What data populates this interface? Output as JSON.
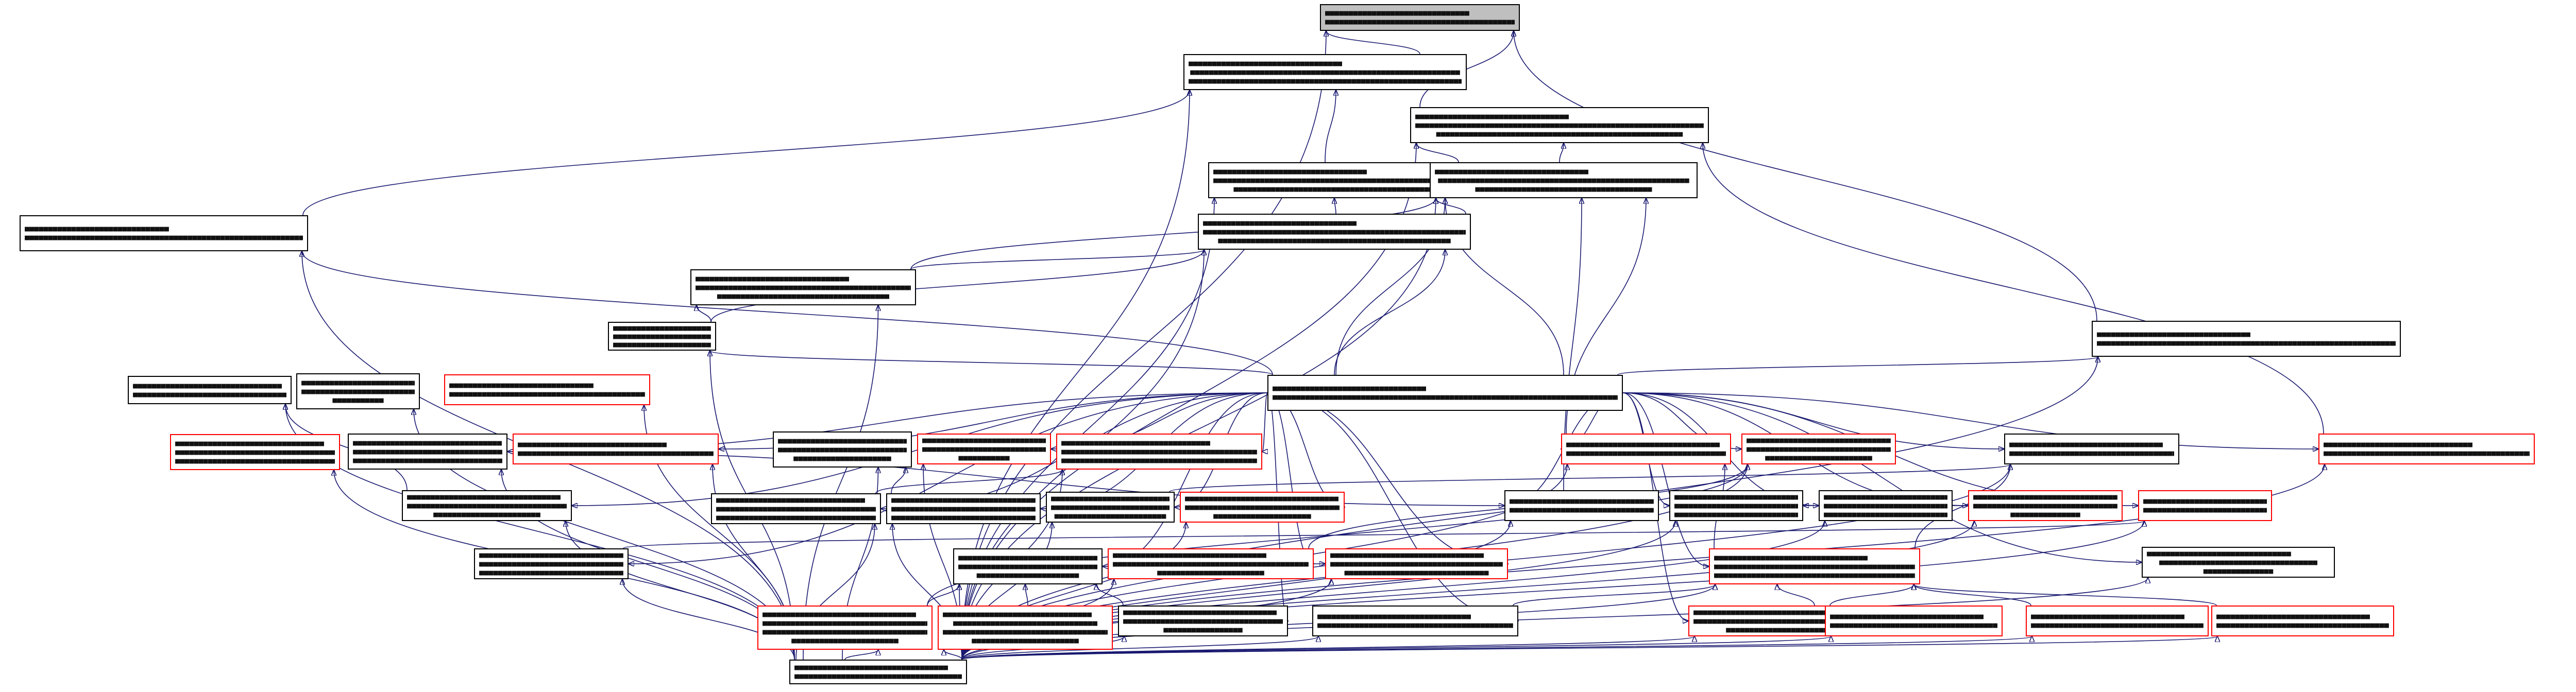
{
  "colors": {
    "edge": "#191970",
    "node_border": "#000000",
    "highlight_border": "#ff0000",
    "root_fill": "#bfbfbf"
  },
  "nodes": [
    {
      "id": "n0",
      "red": false,
      "root": true,
      "lines": [
        "■■■■■■■■■■■■■■■■■■■■■■■■■■■■■■■",
        "■■■■■■■■■■■■■■■■■■■■■■■■■■■■■■■■■■■■■■■■■■■■■■■■■■■■■"
      ]
    },
    {
      "id": "n1",
      "red": false,
      "lines": [
        "■■■■■■■■■■■■■■■■■■■■■■■■■■■■■■■■■",
        "■■■■■■■■■■■■■■■■■■■■■■■■■■■■■■■■■■■■■■■■■■■■■■■■■■■■■■■■■■",
        "■■■■■■■■■■■■■■■■■■■■■■■■■■■■■■■■■■■■■■■■■■■■■■■■■■■■■■■■■■■■■■■■■■■■■"
      ]
    },
    {
      "id": "n2",
      "red": false,
      "lines": [
        "■■■■■■■■■■■■■■■■■■■■■■■■■■■■■■■■■",
        "■■■■■■■■■■■■■■■■■■■■■■■■■■■■■■■■■■■■■■■■■■■■■■■■■■■■■■■■■■■■■■■■",
        "■■■■■■■■■■■■■■■■■■■■■■■■■■■■■■■■■■■■■■■■■■■■■■■■■■■■■"
      ]
    },
    {
      "id": "n3",
      "red": false,
      "lines": [
        "■■■■■■■■■■■■■■■■■■■■■■■■■■■■■■■■■",
        "■■■■■■■■■■■■■■■■■■■■■■■■■■■■■■■■■■■■■■■■■■■■■■■■■■■■■■■■■■■",
        "■■■■■■■■■■■■■■■■■■■■■■■■■■■■■■■■■■■■■■■■■■■■"
      ]
    },
    {
      "id": "n4",
      "red": false,
      "lines": [
        "■■■■■■■■■■■■■■■■■■■■■■■■■■■■■■■■■",
        "■■■■■■■■■■■■■■■■■■■■■■■■■■■■■■■■■■■■■■■■■■■■■■■■■■■■■■",
        "■■■■■■■■■■■■■■■■■■■■■■■■■■■■■■■■■■■■■■"
      ]
    },
    {
      "id": "n5",
      "red": false,
      "lines": [
        "■■■■■■■■■■■■■■■■■■■■■■■■■■■■■■■■■",
        "■■■■■■■■■■■■■■■■■■■■■■■■■■■■■■■■■■■■■■■■■■■■■■■■■■■■■■■■■■■",
        "■■■■■■■■■■■■■■■■■■■■■■■■■■■■■■■■■■■■■■■■■■■■■■■■■■"
      ]
    },
    {
      "id": "n6",
      "red": false,
      "lines": [
        "■■■■■■■■■■■■■■■■■■■■■■■■■■■■■■■■■",
        "■■■■■■■■■■■■■■■■■■■■■■■■■■■■■■■■■■■■■■■■■■■■■■■■",
        "■■■■■■■■■■■■■■■■■■■■■■■■■■■■■■■■■■■■■"
      ]
    },
    {
      "id": "n7",
      "red": false,
      "lines": [
        "■■■■■■■■■■■■■■■■■■■■■■■■■■■■■■■■■",
        "■■■■■■■■■■■■■■■■■■■■■■■■■■■■■■■■■■■■■■■■■■■■",
        "■■■■■■■■■■■■■■■■■■■■■■■■■■■■■■■■■"
      ]
    },
    {
      "id": "n8",
      "red": false,
      "lines": [
        "■■■■■■■■■■■■■■■■■■■■■■■■■■■■■■■■■",
        "■■■■■■■■■■■■■■■■■■■■■■■■■■■■■■■■■■■■■■■■"
      ]
    },
    {
      "id": "n9",
      "red": false,
      "lines": [
        "■■■■■■■■■■■■■■■■■■■■■■■■■■■■■■■■■",
        "■■■■■■■■■■■■■■■■■■■■■■■■■■■■■■■■■■■■■■■■■■■■■■■■■■■■■■■■■■■■■■■■■■■■■■■■■■■■■"
      ]
    },
    {
      "id": "n10",
      "red": false,
      "lines": [
        "■■■■■■■■■■■■■■■■■■■■■■■■■■■■■■■",
        "■■■■■■■■■■■■■■■■■■■■■■■■■■■■■■■■■■■■■■■■■■■■■■■■■■■■■■■■■■■■■■■■■"
      ]
    },
    {
      "id": "n11",
      "red": false,
      "lines": [
        "■■■■■■■■■■■■■■■■■■■■■■■■■■■■■■■■",
        "■■■■■■■■■■■■■■■■■■■■■■■■■■■■■■■■■■",
        "■■■■■■■■■■■"
      ]
    },
    {
      "id": "n12",
      "red": false,
      "lines": [
        "■■■■■■■■■■■■■■■■■■■■■■■■■■■■■■■■■",
        "■■■■■■■■■■■■■■■■■■■■■■■■■■■■■■■■■■■■■■■■■■■■■■■■■■■■■■■■■■■■■■■■■■■■■■■■■■■■■■■■■■"
      ]
    },
    {
      "id": "n13",
      "red": true,
      "lines": [
        "■■■■■■■■■■■■■■■■■■■■■■■■■■■■■■■",
        "■■■■■■■■■■■■■■■■■■■■■■■■■■■■■■■■■■■■■■■■■■■■■■■■■■■■■■■■■■■■■■■■■■■"
      ]
    },
    {
      "id": "n14",
      "red": true,
      "lines": [
        "■■■■■■■■■■■■■■■■■■■■■■■■■■■■■■■■",
        "■■■■■■■■■■■■■■■■■■■■■■■■■■■■■■■■■■■■■■■■■■■■■■■■■■■■■■■■■■",
        "■■■■■■■■■■■■■■■■■■■■■■■■■■■■■■■■■■■■■■■■■■■■■■■■■■■■■■■■■■■■■■■■■■■■■"
      ]
    },
    {
      "id": "n15",
      "red": false,
      "lines": [
        "■■■■■■■■■■■■■■■■■■■■■■■■■■■■■■■■",
        "■■■■■■■■■■■■■■■■■■■■■■■■■■■■■■■■■■■■■■■■■■■■■■■■■■■■■■■■■■■■■■■■"
      ]
    },
    {
      "id": "n16",
      "red": true,
      "lines": [
        "■■■■■■■■■■■■■■■■■■■■■■■■■■■■■■■■",
        "■■■■■■■■■■■■■■■■■■■■■■■■■■■■■■■■■■■■■■■■■■■■■■■■■■■■■■■■■■■■■■■■■"
      ]
    },
    {
      "id": "n17",
      "red": false,
      "lines": [
        "■■■■■■■■■■■■■■■■■■■■■■■■■■■■■",
        "■■■■■■■■■■■■■■■■■■■■■■■■■■■■■■■■■■■■■■■■■■■■■",
        "■■■■■■■■■■■■■■■■■■■■■"
      ]
    },
    {
      "id": "n18",
      "red": true,
      "lines": [
        "■■■■■■■■■■■■■■■■■■■■■■■■■■■■■■■■",
        "■■■■■■■■■■■■■■■■■■■■■■■■■■■■■■■■■■"
      ]
    },
    {
      "id": "n19",
      "red": true,
      "lines": [
        "■■■■■■■■■■■■■■■■■■■■■■■■■■■■■■■■",
        "■■■■■■■■■■■■■■■■■■■■■■■■■■■■■■■■■■■■■■■■■■■■■■■■■■■■■■■■■■■■■■■■■■■■■"
      ]
    },
    {
      "id": "n20",
      "red": false,
      "lines": [
        "■■■■■■■■■■■■■■■■■■■■■■■■■■■■■■■■■",
        "■■■■■■■■■■■■■■■■■■■■■■■■■■■■■■■■■■■■"
      ]
    },
    {
      "id": "n21",
      "red": false,
      "lines": [
        "■■■■■■■■■■■■■■■■■■■■■■■■■■■■■■■■■",
        "■■■■■■■■■■■■■■■■■■■■■■■■■■■■■■■■■■■■■■■■■■■■■■■■■■■■■■■■■■■■■■■■"
      ]
    },
    {
      "id": "n22",
      "red": true,
      "lines": [
        "■■■■■■■■■■■■■■■■■■■■■■■■■■■■■■■■■",
        "■■■■■■■■■■■■■■■■■■■■■■■■■■■■■■■■■■■■■■■■■■■■■■■■■■■■■■■■■■■■■■■■■"
      ]
    },
    {
      "id": "n23",
      "red": true,
      "lines": [
        "■■■■■■■■■■■■■■■■■■■■■■■■■■■■■■■",
        "■■■■■■■■■■■■■■■■■■■■■■■■■■■■■■■■■■",
        "■■■■■■■■■■■"
      ]
    },
    {
      "id": "n24",
      "red": false,
      "lines": [
        "■■■■■■■■■■■■■■■■■■■■■■■■■■■■■■■■",
        "■■■■■■■■■■■■■■■■■■■■■■■■■■■■■■■■■■■■■■■■■■■■■■■■■■■■■■■■■■■■■■■■■■■■■",
        "■■■■■■■■■■■■■■■■■■■■■■■■■■■■■■■■■■■■■■■■■■■"
      ]
    },
    {
      "id": "n25",
      "red": true,
      "lines": [
        "■■■■■■■■■■■■■■■■■■■■■■■■■■■■■■■■",
        "■■■■■■■■■■■■■■■■■■■■■■■■■■■■■■■■■■■■■■■■■■■■■■■■■■■■■■■■■■■■■■■■■■■■■■■■■■■■■■■■■",
        "■■■■■■■■■■■■■■■■■■■■■■■■■■■■■■■■■■■■■■■■■■■■■■■■■■"
      ]
    },
    {
      "id": "n26",
      "red": false,
      "lines": [
        "■■■■■■■■■■■■■■■■■■■■■■■■■■■■■■■■",
        "■■■■■■■■■■■■■■■■■■■■■■■■■■■■■■■■",
        "■■■■■■■■■■■■■■■■■■■■■■■■■■■"
      ]
    },
    {
      "id": "n27",
      "red": false,
      "lines": [
        "■■■■■■■■■■■■■■■■■■■■■■■■■■■■■■■■■",
        "■■■■■■■■■■■■■■■■■■■■■■■■■■■■■■■■■■■■■■■■■■■■■■■■■■■■■■■■■■■■■■",
        "■■■■■■■■■■■■■■■■■■■■■■■■■■■■■■■■■■■■■■■■■■"
      ]
    },
    {
      "id": "n28",
      "red": true,
      "lines": [
        "■■■■■■■■■■■■■■■■■■■■■■■■■■■■■■■■■",
        "■■■■■■■■■■■■■■■■■■■■■■■■■■■■■■■■■■■■■■■■",
        "■■■■■■■■■■■■■■■■■■■■■■■"
      ]
    },
    {
      "id": "n29",
      "red": false,
      "lines": [
        "■■■■■■■■■■■■■■■■■■■■■■■■■■■■■■■■■",
        "■■■■■■■■■■■■■■■■■■■■■■■■■■■■■■■■■■■■■",
        "■■■■■■■■■■■■■■■■■■■■■■■"
      ]
    },
    {
      "id": "n30",
      "red": false,
      "lines": [
        "■■■■■■■■■■■■■■■■■■■■■■■■■■■■■■■■",
        "■■■■■■■■■■■■■■■■■■■■■■■■■■■■■■■■■■■■■■■■■■■■■■■■■■■■■■■■■■■■■■■■■■■■■■",
        "■■■■■■■■■■■■■■■■■■■■■■■■■■■■■■■■■■■■■■■■■■■■■■■■■■■■■■■■■■"
      ]
    },
    {
      "id": "n31",
      "red": false,
      "lines": [
        "■■■■■■■■■■■■■■■■■■■■■■■■■■■■■■■■■■",
        "■■■■■■■■■■■■■■■■■■■■■■■■■■■■■■■■■■■",
        "■■■■■■■■■■■■■■■■■■■■■■■■"
      ]
    },
    {
      "id": "n32",
      "red": true,
      "lines": [
        "■■■■■■■■■■■■■■■■■■■■■■■■■■■■■■■■■",
        "■■■■■■■■■■■■■■■■■■■■■■■■■■■■■■■■■■■■■■■■■■■■■■■■■■■■■■■■■■■■■■■■■■■■■■■■■■■■■■■■",
        "■■■■■■■■■■■■■■■■■■■■■■■■■■■■■■■■■■■■■■■■■■■■■■■■■■■■■■■■"
      ]
    },
    {
      "id": "n33",
      "red": true,
      "lines": [
        "■■■■■■■■■■■■■■■■■■■■■■■■■■■■■■■■■■",
        "■■■■■■■■■■■■■■■■■■■■■■■■■■■■■■■■■■",
        "■■■■■■■■■■■■■■■"
      ]
    },
    {
      "id": "n34",
      "red": false,
      "lines": [
        "■■■■■■■■■■■■■■■■■■■■■■■■■■■■■■■■■",
        "■■■■■■■■■■■■■■■■■■■■■■■■■■■■■■■■■■■■■■■■■■■■■■■■■■■■■■■■■■■■■■",
        "■■■■■■■■■■■■■■■■■■■■■■■■■■■■■■■■■■■■■■■■■"
      ]
    },
    {
      "id": "n35",
      "red": false,
      "lines": [
        "■■■■■■■■■■■■■■■■■■■■■■■■■■■■■■■■■",
        "■■■■■■■■■■■■■■■■■■■■■■■■■■■■■■■■■■■■■■■■■■■■■■■■■■■■■■■■■■■■■■■■■■■■■■■■■■■",
        "■■■■■■■■■■■■■■■■■■■■■■■■■■■■■■■■■■■■■■■■■■■■■■■■■"
      ]
    },
    {
      "id": "n36",
      "red": false,
      "lines": [
        "■■■■■■■■■■■■■■■■■■■■■■■■■■■■■■■",
        "■■■■■■■■■■■■■■■■■■■■■■■■■■■■■■■■■■",
        "■■■■■■■■■■■■■■■"
      ]
    },
    {
      "id": "n37",
      "red": true,
      "lines": [
        "■■■■■■■■■■■■■■■■■■■■■■■■■■■■■■■■■",
        "■■■■■■■■■■■■■■■■■■■■■■■■■■■■■■■■■■■■■■■■■■■■■■■■■■■■■■■■■■■■■■■■■■■■",
        "■■■■■■■■■■■■■■■■■■■■■"
      ]
    },
    {
      "id": "n38",
      "red": true,
      "lines": [
        "■■■■■■■■■■■■■■■■■■■■■■■■■■■■■■■■■",
        "■■■■■■■■■■■■■■■■■■■■■■■■■■■■■■■■■■■■■■■■■■■■■■■■■■■■■■■■■■■■■■■■■■■■■■■",
        "■■■■■■■■■■■■■■■■■■■■■■■■■■■■■■■"
      ]
    },
    {
      "id": "n39",
      "red": false,
      "lines": [
        "■■■■■■■■■■■■■■■■■■■■■■■■■■■■■■■■",
        "■■■■■■■■■■■■■■■■■■■■■■■■■■■■■■■■■■■■■■■■■■■■■■■■■■■■■■■■■■■■■■■■■■■■■■■■■■■■■■■■■",
        "■■■■■■■■■■■■■■■■■■■■■■"
      ]
    },
    {
      "id": "n40",
      "red": true,
      "lines": [
        "■■■■■■■■■■■■■■■■■■■■■■■■■■■■■■■■■",
        "■■■■■■■■■■■■■■■■■■■■■■■■■■■■■■■■■■■■■■■■■■■■■■■■■■■■■■■■■■■■■■■■",
        "■■■■■■■■■■■■■■■■■■■■■■■"
      ]
    },
    {
      "id": "n41",
      "red": true,
      "lines": [
        "■■■■■■■■■■■■■■■■■■■■■■■■■■■■■■■■■",
        "■■■■■■■■■■■■■■■■■■■■■■■■■■■■■■■■■■■■■■■■■■■■■■■■■■■■■■■",
        "■■■■■■■■■■■■■■■■■■■■■■■■■■■■■■■■■■■■■■■■■■■■■■■■■■■■■■■■■■■■■■■■■■■■■■■■■■■■■■■■■■■■■■■■■■■■",
        "■■■■■■■■■■■■■■■■■■■■■■■"
      ]
    },
    {
      "id": "n42",
      "red": true,
      "lines": [
        "■■■■■■■■■■■■■■■■■■■■■■■■■■■■■■■■",
        "■■■■■■■■■■■■■■■■■■■■■■■■■■■■■■■",
        "■■■■■■■■■■■■■■■■■■■■■■■■■■■■■■■■■■■■■■■■■■■■■■■■■■■■■■■■■■■■■■■■■■■■■■■■■■■■■■■■■■■■■■■■■■■■■■■",
        "■■■■■■■■■■■■■■■■■■■■■■■"
      ]
    },
    {
      "id": "n43",
      "red": true,
      "lines": [
        "■■■■■■■■■■■■■■■■■■■■■■■■■■■■■■■■■■",
        "■■■■■■■■■■■■■■■■■■■■■■■■■■■■■■■■■■■■■■■■■■■■■■■■■■■■■■■■■■■■■",
        "■■■■■■■■■■■■■■■■■■■■■■"
      ]
    },
    {
      "id": "n44",
      "red": false,
      "lines": [
        "■■■■■■■■■■■■■■■■■■■■■■■■■■■■■■■■■",
        "■■■■■■■■■■■■■■■■■■■■■■■■■■■■■■■■■■■■■■■■■■■■■■■■■■■■■■■■■■■■■■■■■■■■■■■■■■■■■■■■■■■■■■■■■■■■■■■■■■■■■■■■■■■■"
      ]
    },
    {
      "id": "n45",
      "red": false,
      "lines": [
        "■■■■■■■■■■■■■■■■■■■■■■■■■■■■■■■■■",
        "■■■■■■■■■■■■■■■■■■■■■■■■■■■■■■■■■■■■■■■■■■■■■■■■",
        "■■■■■■■■■■■■■■■■■"
      ]
    },
    {
      "id": "n46",
      "red": true,
      "lines": [
        "■■■■■■■■■■■■■■■■■■■■■■■■■■■■■■■■■",
        "■■■■■■■■■■■■■■■■■■■■■■■■■■■■■■■■■■■■■■■■■■■■■■■■■■■■■■■■■■■■■■■■■■■■■■■■■■■■■■■"
      ]
    },
    {
      "id": "n47",
      "red": true,
      "lines": [
        "■■■■■■■■■■■■■■■■■■■■■■■■■■■■■■■■■",
        "■■■■■■■■■■■■■■■■■■■■■■■■■■■■■■■■■■■■■■■■■■■■■■■■■■■■■■■■■■■■■■■■■■■■■■■■■■■■■■■■■■"
      ]
    },
    {
      "id": "n48",
      "red": true,
      "lines": [
        "■■■■■■■■■■■■■■■■■■■■■■■■■■■■■■■■■",
        "■■■■■■■■■■■■■■■■■■■■■■■■■■■■■■■■■■■■■■■■■■■■■■■■■■■■■■■■■■■■■■■■■■■■■■■■■■■■■■■"
      ]
    },
    {
      "id": "n49",
      "red": false,
      "lines": [
        "■■■■■■■■■■■■■■■■■■■■■■■■■■■■■■■■■",
        "■■■■■■■■■■■■■■■■■■■■■■■■■■■■■■■■■■■■■■■■■■■■■■■■■■■■■■■■■■■"
      ]
    }
  ],
  "edges": [
    [
      "n1",
      "n0"
    ],
    [
      "n2",
      "n0"
    ],
    [
      "n9",
      "n0"
    ],
    [
      "n49",
      "n0"
    ],
    [
      "n3",
      "n1"
    ],
    [
      "n10",
      "n1"
    ],
    [
      "n49",
      "n1"
    ],
    [
      "n3",
      "n2"
    ],
    [
      "n4",
      "n2"
    ],
    [
      "n19",
      "n2"
    ],
    [
      "n49",
      "n2"
    ],
    [
      "n5",
      "n3"
    ],
    [
      "n12",
      "n3"
    ],
    [
      "n49",
      "n3"
    ],
    [
      "n5",
      "n4"
    ],
    [
      "n6",
      "n4"
    ],
    [
      "n12",
      "n4"
    ],
    [
      "n20",
      "n4"
    ],
    [
      "n22",
      "n4"
    ],
    [
      "n49",
      "n4"
    ],
    [
      "n6",
      "n5"
    ],
    [
      "n7",
      "n5"
    ],
    [
      "n8",
      "n5"
    ],
    [
      "n12",
      "n5"
    ],
    [
      "n49",
      "n5"
    ],
    [
      "n7",
      "n6"
    ],
    [
      "n8",
      "n6"
    ],
    [
      "n49",
      "n6"
    ],
    [
      "n12",
      "n7"
    ],
    [
      "n49",
      "n7"
    ],
    [
      "n12",
      "n8"
    ],
    [
      "n11",
      "n8"
    ],
    [
      "n13",
      "n8"
    ],
    [
      "n14",
      "n8"
    ],
    [
      "n15",
      "n8"
    ],
    [
      "n16",
      "n8"
    ],
    [
      "n17",
      "n8"
    ],
    [
      "n24",
      "n8"
    ],
    [
      "n49",
      "n8"
    ],
    [
      "n12",
      "n9"
    ],
    [
      "n49",
      "n9"
    ],
    [
      "n12",
      "n10"
    ],
    [
      "n49",
      "n10"
    ],
    [
      "n49",
      "n11"
    ],
    [
      "n49",
      "n13"
    ],
    [
      "n49",
      "n14"
    ],
    [
      "n29",
      "n15"
    ],
    [
      "n49",
      "n15"
    ],
    [
      "n12",
      "n16"
    ],
    [
      "n49",
      "n16"
    ],
    [
      "n35",
      "n17"
    ],
    [
      "n49",
      "n17"
    ],
    [
      "n12",
      "n18"
    ],
    [
      "n34",
      "n18"
    ],
    [
      "n49",
      "n18"
    ],
    [
      "n12",
      "n19"
    ],
    [
      "n49",
      "n19"
    ],
    [
      "n12",
      "n20"
    ],
    [
      "n24",
      "n20"
    ],
    [
      "n49",
      "n20"
    ],
    [
      "n12",
      "n21"
    ],
    [
      "n31",
      "n21"
    ],
    [
      "n32",
      "n21"
    ],
    [
      "n49",
      "n21"
    ],
    [
      "n12",
      "n22"
    ],
    [
      "n32",
      "n22"
    ],
    [
      "n49",
      "n22"
    ],
    [
      "n12",
      "n23"
    ],
    [
      "n49",
      "n23"
    ],
    [
      "n12",
      "n24"
    ],
    [
      "n49",
      "n24"
    ],
    [
      "n12",
      "n25"
    ],
    [
      "n30",
      "n25"
    ],
    [
      "n49",
      "n25"
    ],
    [
      "n12",
      "n26"
    ],
    [
      "n49",
      "n26"
    ],
    [
      "n12",
      "n27"
    ],
    [
      "n33",
      "n27"
    ],
    [
      "n49",
      "n27"
    ],
    [
      "n12",
      "n28"
    ],
    [
      "n40",
      "n28"
    ],
    [
      "n41",
      "n28"
    ],
    [
      "n49",
      "n28"
    ],
    [
      "n12",
      "n29"
    ],
    [
      "n49",
      "n29"
    ],
    [
      "n12",
      "n30"
    ],
    [
      "n49",
      "n30"
    ],
    [
      "n12",
      "n31"
    ],
    [
      "n49",
      "n31"
    ],
    [
      "n12",
      "n32"
    ],
    [
      "n43",
      "n32"
    ],
    [
      "n44",
      "n32"
    ],
    [
      "n46",
      "n32"
    ],
    [
      "n47",
      "n32"
    ],
    [
      "n48",
      "n32"
    ],
    [
      "n49",
      "n32"
    ],
    [
      "n12",
      "n33"
    ],
    [
      "n49",
      "n33"
    ],
    [
      "n12",
      "n34"
    ],
    [
      "n49",
      "n34"
    ],
    [
      "n12",
      "n35"
    ],
    [
      "n49",
      "n35"
    ],
    [
      "n12",
      "n36"
    ],
    [
      "n49",
      "n36"
    ],
    [
      "n12",
      "n37"
    ],
    [
      "n49",
      "n37"
    ],
    [
      "n12",
      "n38"
    ],
    [
      "n39",
      "n38"
    ],
    [
      "n49",
      "n38"
    ],
    [
      "n12",
      "n39"
    ],
    [
      "n41",
      "n39"
    ],
    [
      "n42",
      "n39"
    ],
    [
      "n45",
      "n39"
    ],
    [
      "n49",
      "n39"
    ],
    [
      "n12",
      "n40"
    ],
    [
      "n49",
      "n40"
    ],
    [
      "n49",
      "n41"
    ],
    [
      "n49",
      "n42"
    ],
    [
      "n12",
      "n43"
    ],
    [
      "n49",
      "n43"
    ],
    [
      "n12",
      "n44"
    ],
    [
      "n49",
      "n44"
    ],
    [
      "n12",
      "n45"
    ],
    [
      "n49",
      "n45"
    ],
    [
      "n49",
      "n46"
    ],
    [
      "n49",
      "n47"
    ],
    [
      "n49",
      "n48"
    ]
  ]
}
